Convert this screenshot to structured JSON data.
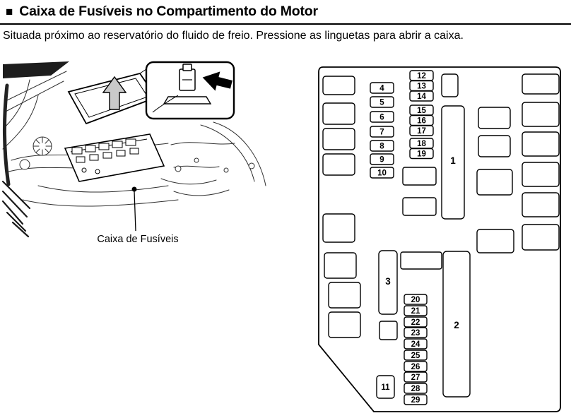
{
  "page": {
    "bullet": "■",
    "title": "Caixa de Fusíveis no Compartimento do Motor",
    "subtitle": "Situada próximo ao reservatório do fluido de freio. Pressione as linguetas para abrir a caixa."
  },
  "illustration": {
    "label": "Caixa de Fusíveis"
  },
  "fusebox": {
    "col_a": [
      "4",
      "5",
      "6",
      "7",
      "8",
      "9",
      "10"
    ],
    "col_b": [
      "12",
      "13",
      "14",
      "15",
      "16",
      "17",
      "18",
      "19"
    ],
    "col_c": [
      "20",
      "21",
      "22",
      "23",
      "24",
      "25",
      "26",
      "27",
      "28",
      "29"
    ],
    "blocks": {
      "b1": "1",
      "b2": "2",
      "b3": "3",
      "b11": "11"
    }
  },
  "colors": {
    "ink": "#000000",
    "paper": "#ffffff",
    "arrow_shade": "#c9c9c9"
  }
}
